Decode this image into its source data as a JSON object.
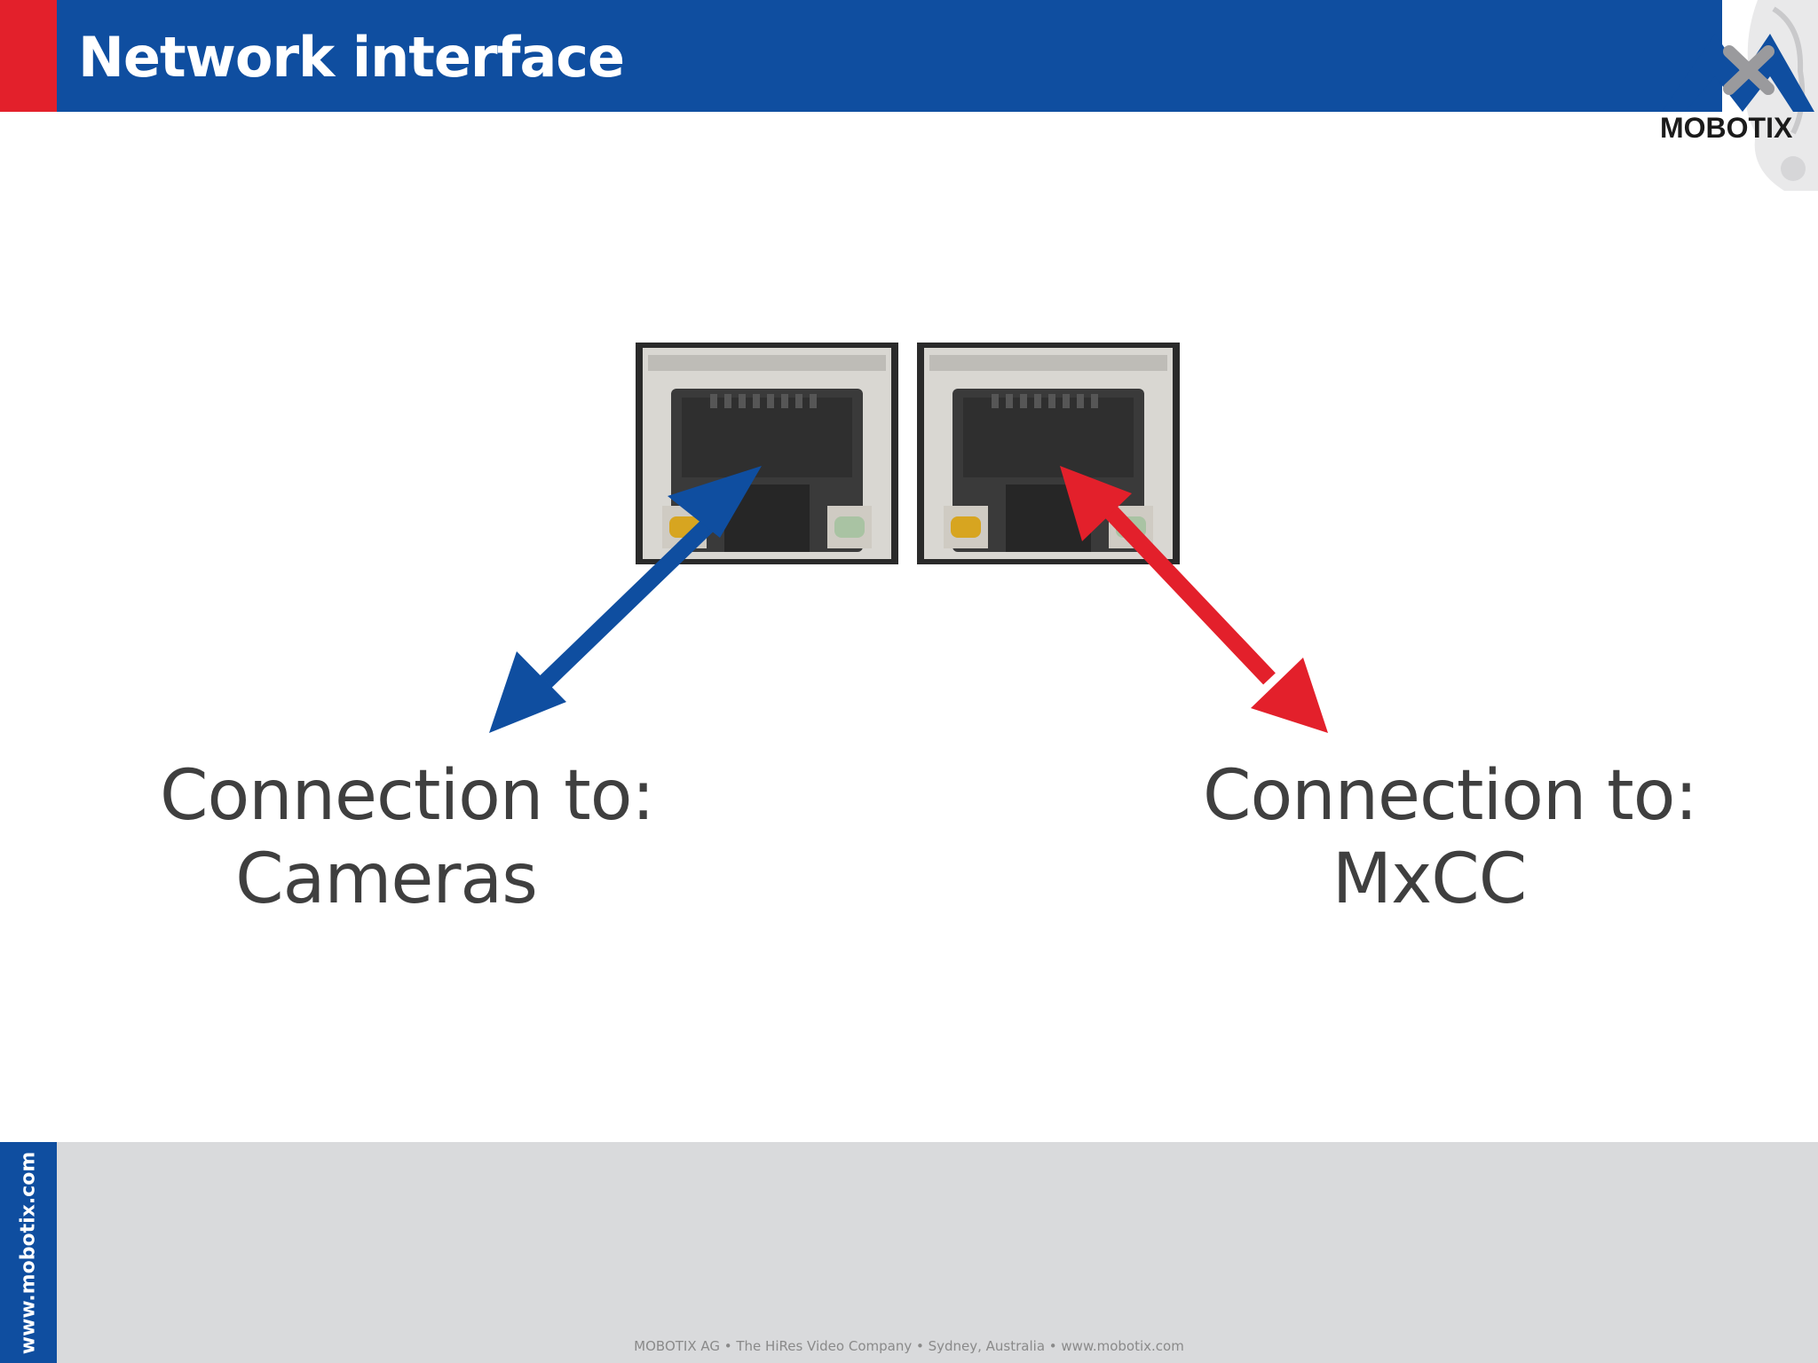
{
  "header": {
    "title": "Network interface"
  },
  "logo": {
    "text": "MOBOTIX"
  },
  "ports": [
    {
      "connection_prefix": "Connection to:",
      "target": "Cameras",
      "arrow_color": "#0f4ea0"
    },
    {
      "connection_prefix": "Connection to:",
      "target": "MxCC",
      "arrow_color": "#e3202b"
    }
  ],
  "footer": {
    "side_url": "www.mobotix.com",
    "credit": "MOBOTIX AG  •  The HiRes Video Company  •  Sydney, Australia  •  www.mobotix.com"
  },
  "colors": {
    "brand_blue": "#0f4ea0",
    "brand_red": "#e3202b",
    "footer_gray": "#d9dadc"
  }
}
